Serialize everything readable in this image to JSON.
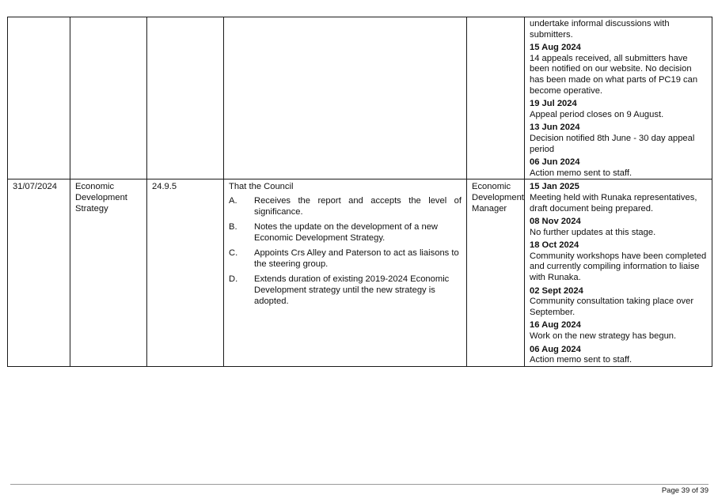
{
  "table": {
    "rows": [
      {
        "date": "",
        "topic": "",
        "reference": "",
        "resolution_intro": "",
        "resolution_items": [],
        "officer": "",
        "updates": [
          {
            "date": "",
            "text": "undertake informal discussions with submitters."
          },
          {
            "date": "15 Aug 2024",
            "text": "14 appeals received, all submitters have been notified on our website. No decision has been made on what parts of PC19 can become operative."
          },
          {
            "date": "19 Jul 2024",
            "text": "Appeal period closes on 9 August."
          },
          {
            "date": "13 Jun 2024",
            "text": "Decision notified 8th June - 30 day appeal period"
          },
          {
            "date": "06 Jun 2024",
            "text": "Action memo sent to staff."
          }
        ]
      },
      {
        "date": "31/07/2024",
        "topic": "Economic Development Strategy",
        "reference": "24.9.5",
        "resolution_intro": "That the Council",
        "resolution_items": [
          {
            "letter": "A.",
            "text": "Receives the report and accepts the level of significance."
          },
          {
            "letter": "B.",
            "text": "Notes the update on the development of a new Economic Development Strategy."
          },
          {
            "letter": "C.",
            "text": "Appoints Crs Alley and Paterson to act as liaisons to the steering group."
          },
          {
            "letter": "D.",
            "text": "Extends duration of existing 2019-2024 Economic Development strategy until the new strategy is adopted."
          }
        ],
        "officer": "Economic Development Manager",
        "updates": [
          {
            "date": "15 Jan 2025",
            "text": "Meeting held with Runaka representatives, draft document being prepared."
          },
          {
            "date": "08 Nov 2024",
            "text": "No further updates at this stage."
          },
          {
            "date": "18 Oct 2024",
            "text": "Community workshops have been completed and currently compiling information to liaise with Runaka."
          },
          {
            "date": "02 Sept 2024",
            "text": "Community consultation taking place over September."
          },
          {
            "date": "16 Aug 2024",
            "text": "Work on the new strategy has begun."
          },
          {
            "date": "06 Aug 2024",
            "text": "Action memo sent to staff."
          }
        ]
      }
    ]
  },
  "footer": {
    "page_label": "Page 39 of 39"
  }
}
